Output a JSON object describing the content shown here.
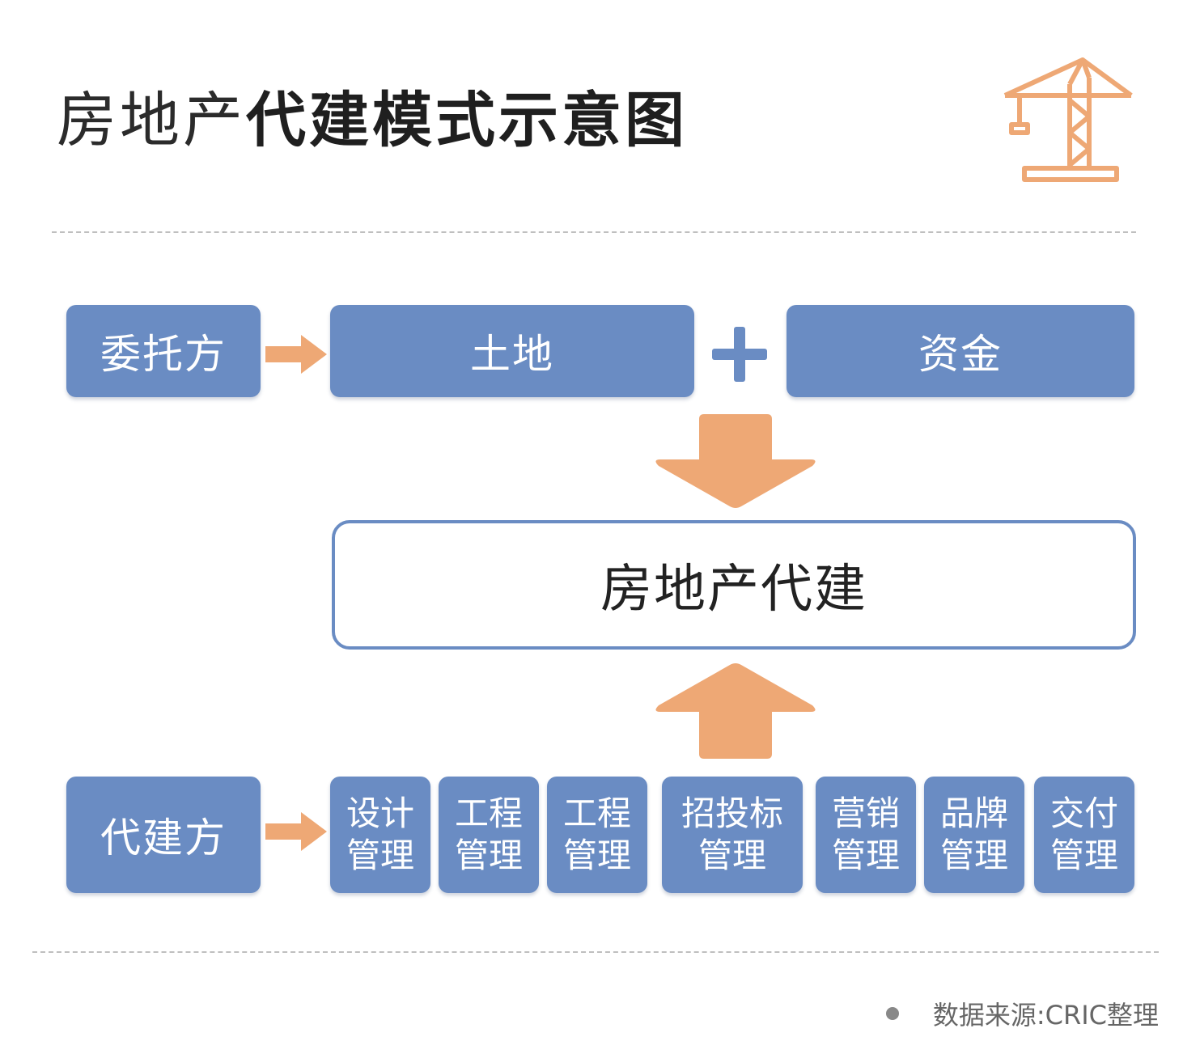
{
  "title": {
    "light": "房地产",
    "bold": "代建模式示意图"
  },
  "icon": "crane-icon",
  "colors": {
    "box": "#6a8cc3",
    "arrow": "#eea875",
    "crane": "#eea875"
  },
  "row1": {
    "client": "委托方",
    "land": "土地",
    "plus": "+",
    "funds": "资金"
  },
  "center": "房地产代建",
  "row2": {
    "builder": "代建方",
    "services": [
      {
        "line1": "设计",
        "line2": "管理"
      },
      {
        "line1": "工程",
        "line2": "管理"
      },
      {
        "line1": "工程",
        "line2": "管理"
      },
      {
        "line1": "招投标",
        "line2": "管理"
      },
      {
        "line1": "营销",
        "line2": "管理"
      },
      {
        "line1": "品牌",
        "line2": "管理"
      },
      {
        "line1": "交付",
        "line2": "管理"
      }
    ]
  },
  "source": "数据来源:CRIC整理"
}
